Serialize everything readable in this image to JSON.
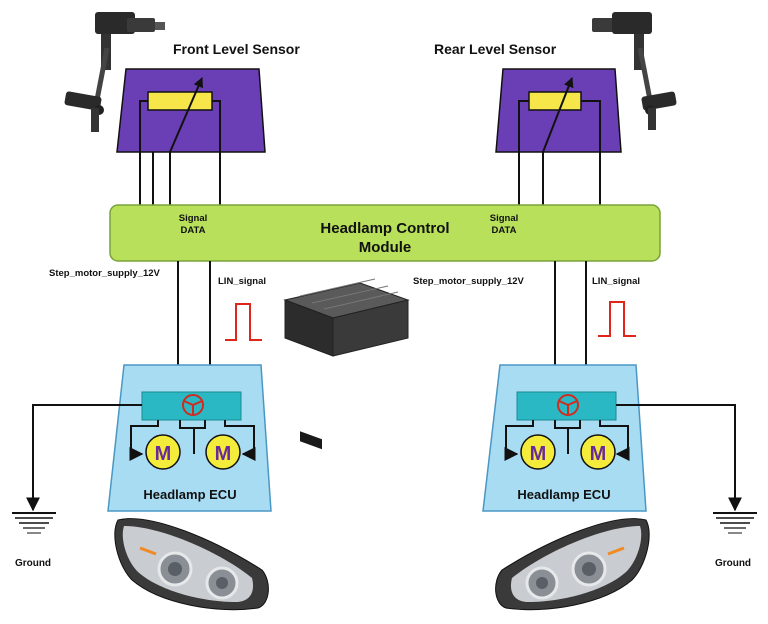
{
  "sensors": {
    "front": {
      "title": "Front Level Sensor"
    },
    "rear": {
      "title": "Rear Level Sensor"
    }
  },
  "control_module": {
    "title_line1": "Headlamp Control",
    "title_line2": "Module",
    "left_signal_line1": "Signal",
    "left_signal_line2": "DATA",
    "right_signal_line1": "Signal",
    "right_signal_line2": "DATA"
  },
  "wires": {
    "left_supply": "Step_motor_supply_12V",
    "left_lin": "LIN_signal",
    "right_supply": "Step_motor_supply_12V",
    "right_lin": "LIN_signal"
  },
  "ecus": {
    "left": {
      "title": "Headlamp ECU",
      "motor1": "M",
      "motor2": "M"
    },
    "right": {
      "title": "Headlamp ECU",
      "motor1": "M",
      "motor2": "M"
    }
  },
  "grounds": {
    "left": "Ground",
    "right": "Ground"
  },
  "colors": {
    "sensor_purple": "#6a3fb5",
    "module_green": "#b8e05a",
    "ecu_blue": "#a8dcf2",
    "ecu_block_teal": "#2ab9c4",
    "motor_yellow": "#f4ec3a",
    "motor_letter": "#6a2b9a",
    "lin_pulse_red": "#e0261b",
    "resistor_yellow": "#f7e64a"
  },
  "icons": {
    "level_sensor": "level-sensor-icon",
    "module_box": "control-module-icon",
    "headlamp": "headlamp-icon",
    "ground": "ground-icon",
    "motor": "motor-icon"
  }
}
